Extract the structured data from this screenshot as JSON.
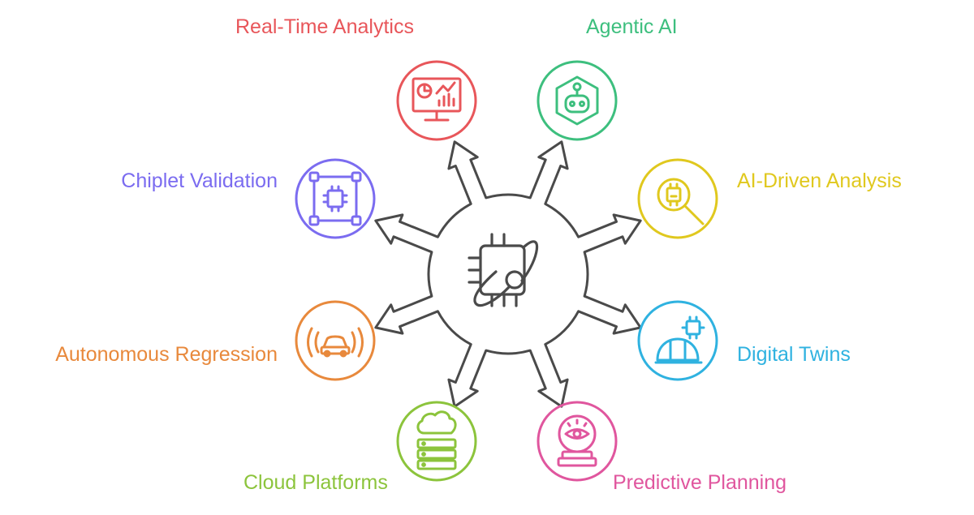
{
  "diagram": {
    "hub": {
      "icon": "chip-orbit-icon",
      "color": "#4a4a4a"
    },
    "nodes": [
      {
        "id": "real-time-analytics",
        "label": "Real-Time Analytics",
        "icon": "analytics-monitor-icon",
        "color": "#e8565a"
      },
      {
        "id": "agentic-ai",
        "label": "Agentic AI",
        "icon": "robot-hexagon-icon",
        "color": "#3dbf7e"
      },
      {
        "id": "ai-driven-analysis",
        "label": "AI-Driven Analysis",
        "icon": "chip-magnifier-icon",
        "color": "#e0c81e"
      },
      {
        "id": "digital-twins",
        "label": "Digital Twins",
        "icon": "chip-hardhat-icon",
        "color": "#2fb2e0"
      },
      {
        "id": "predictive-planning",
        "label": "Predictive Planning",
        "icon": "crystal-ball-eye-icon",
        "color": "#e0569e"
      },
      {
        "id": "cloud-platforms",
        "label": "Cloud Platforms",
        "icon": "cloud-server-icon",
        "color": "#8cc43c"
      },
      {
        "id": "autonomous-regression",
        "label": "Autonomous Regression",
        "icon": "autonomous-car-icon",
        "color": "#e8893c"
      },
      {
        "id": "chiplet-validation",
        "label": "Chiplet Validation",
        "icon": "chiplet-network-icon",
        "color": "#7b6cf0"
      }
    ]
  }
}
